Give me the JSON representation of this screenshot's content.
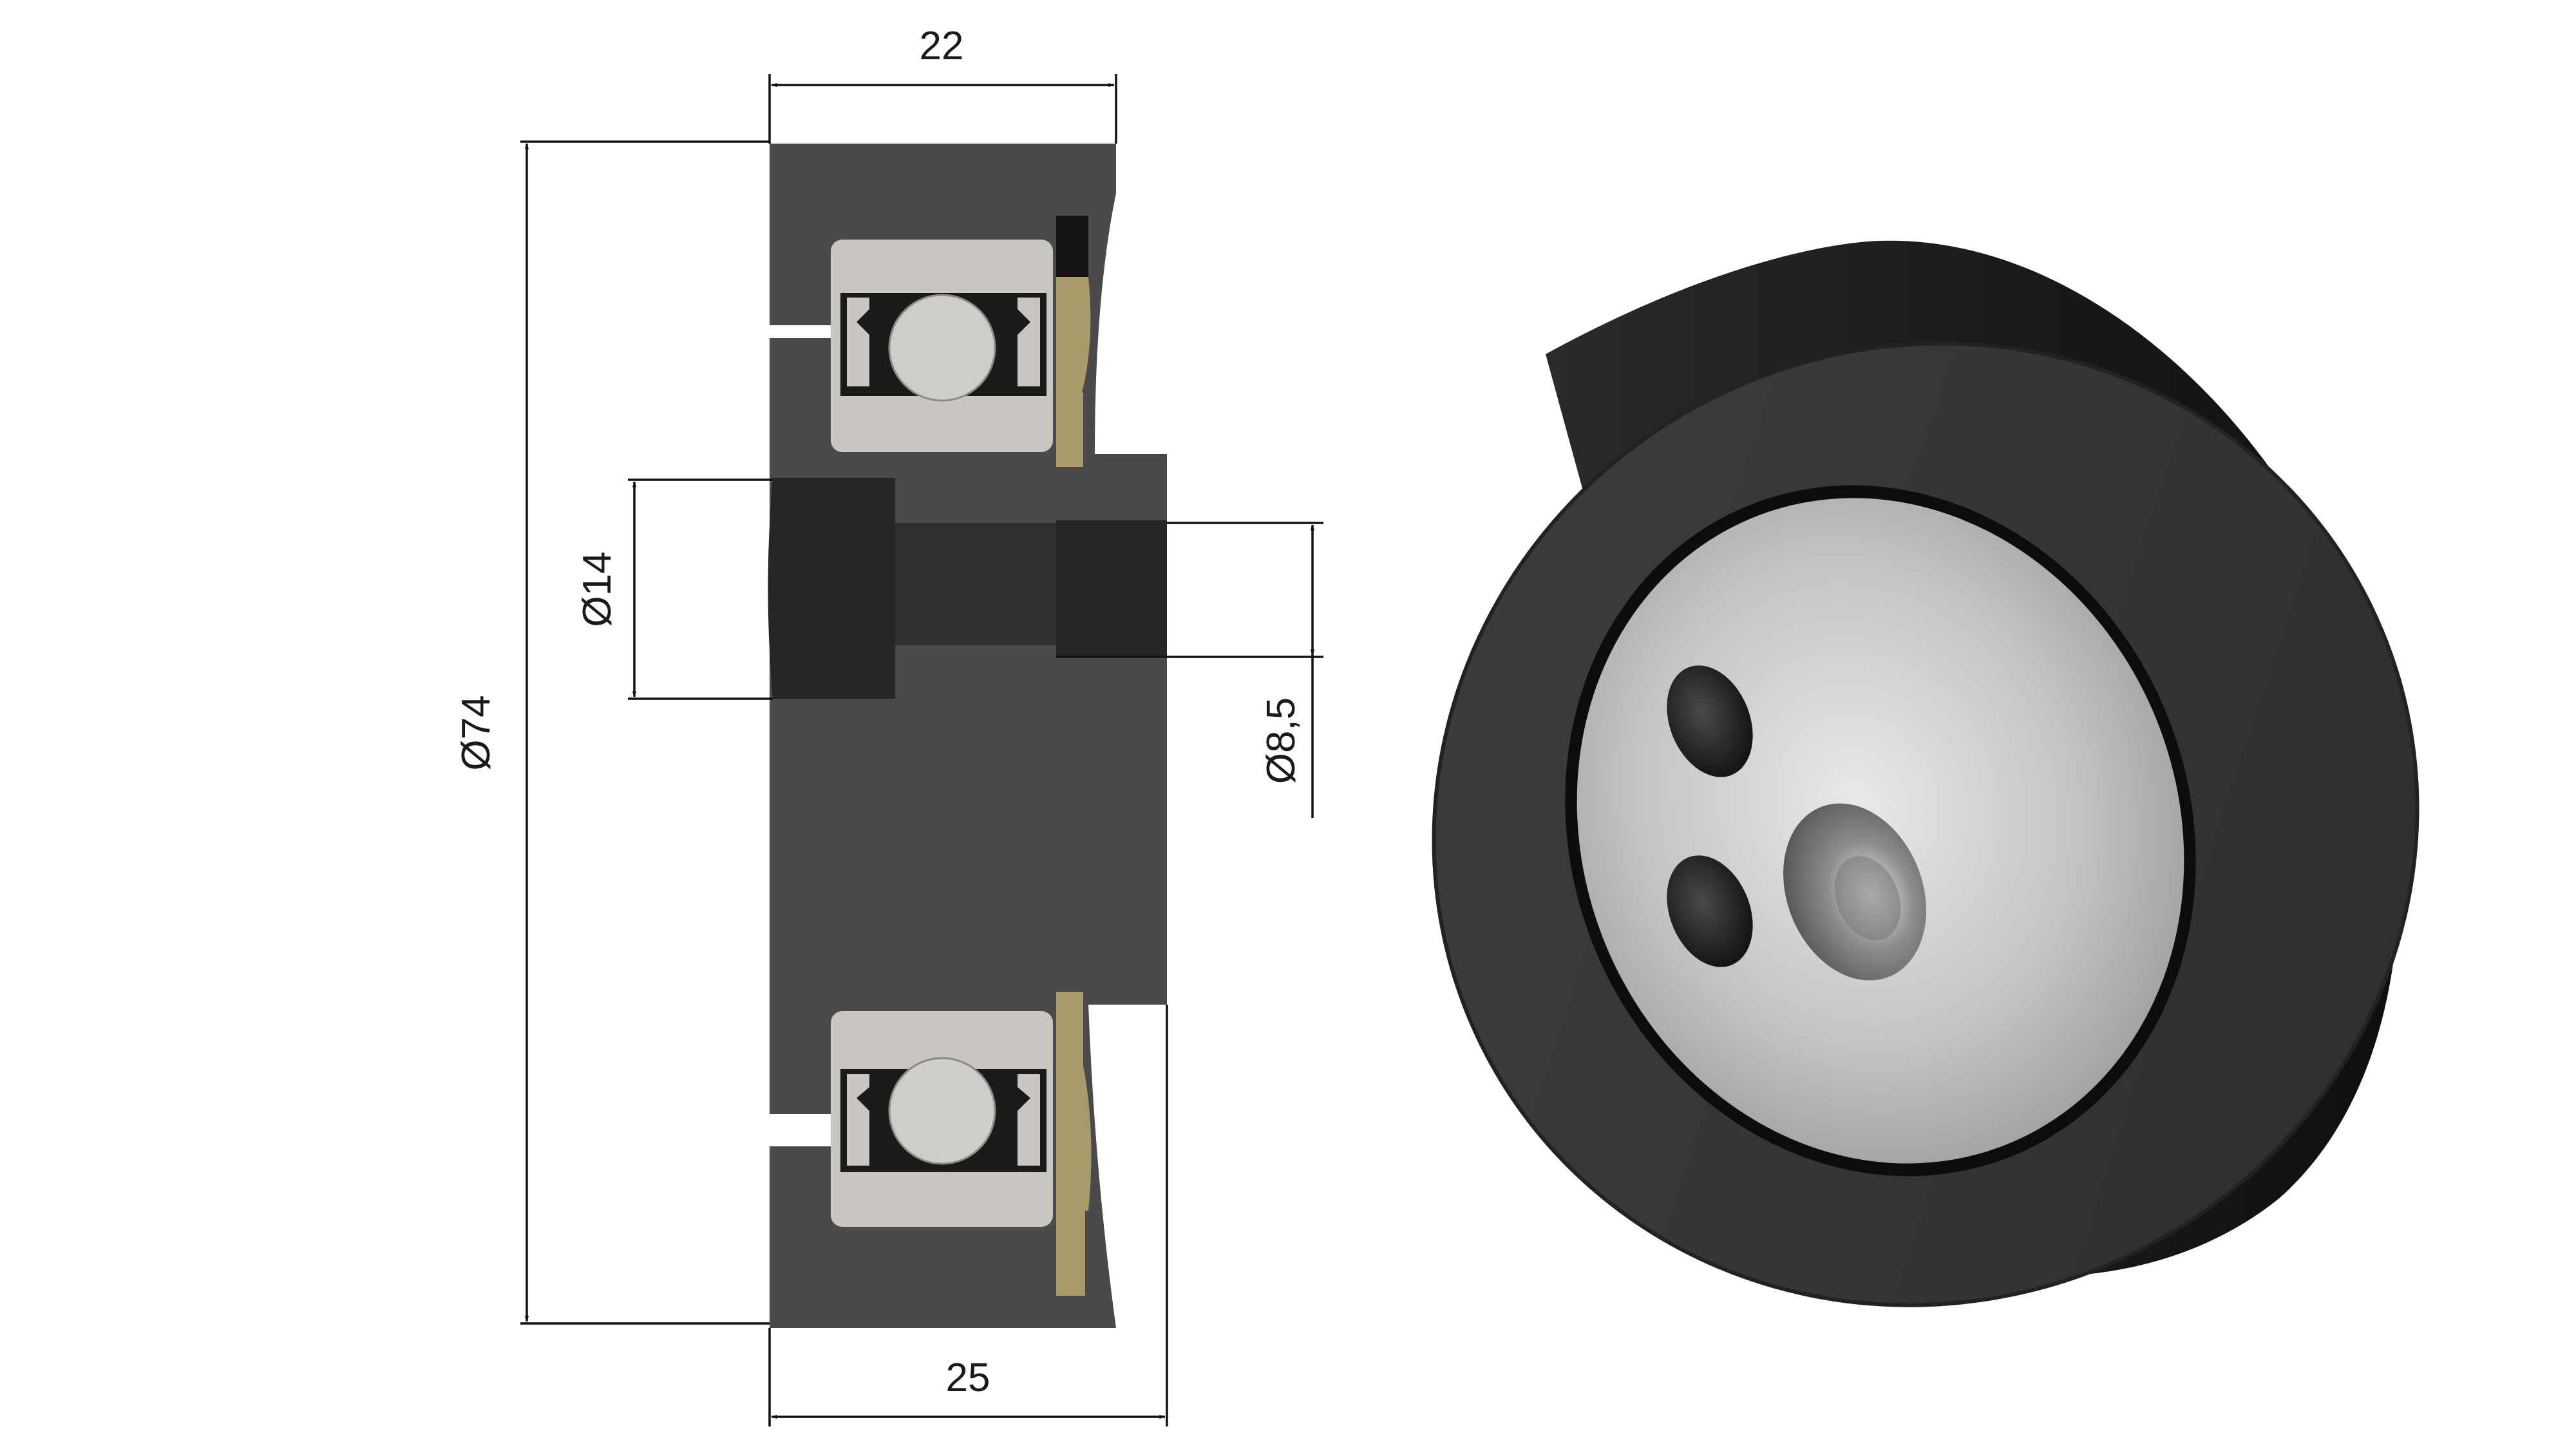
{
  "drawing": {
    "dimensions": {
      "top_width": "22",
      "bottom_width": "25",
      "outer_diameter": "Ø74",
      "bore_diameter": "Ø14",
      "shaft_diameter": "Ø8,5"
    },
    "colors": {
      "rubber": "#4a4a4a",
      "rubber_dark": "#1c1c1c",
      "hub_dark": "#262626",
      "bearing_race": "#c9c6c1",
      "bearing_ball": "#cfcdca",
      "washer": "#a99c6a",
      "aluminium": "#c8c8c8"
    }
  }
}
